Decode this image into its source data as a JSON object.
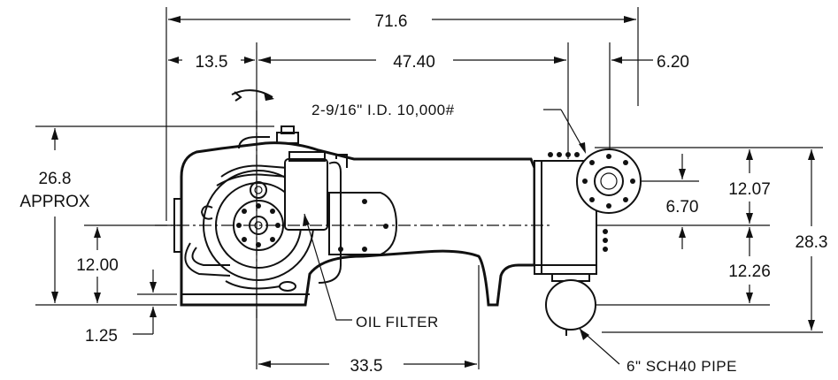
{
  "dimensions": {
    "overall_length": "71.6",
    "left_offset": "13.5",
    "center_span": "47.40",
    "flange_offset": "6.20",
    "height_approx_value": "26.8",
    "height_approx_note": "APPROX",
    "shaft_height": "12.00",
    "base_thickness": "1.25",
    "lower_span": "33.5",
    "upper_outlet": "12.07",
    "outlet_offset": "6.70",
    "lower_outlet": "12.26",
    "total_height": "28.3"
  },
  "callouts": {
    "discharge": "2-9/16\" I.D. 10,000#",
    "oil_filter": "OIL FILTER",
    "suction": "6\" SCH40 PIPE"
  },
  "icons": {
    "rotation": "rotation-arrow-icon"
  },
  "colors": {
    "line": "#111111",
    "background": "#ffffff"
  }
}
